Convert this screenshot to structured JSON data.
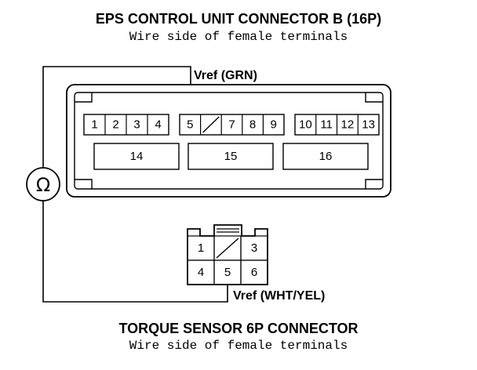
{
  "connector_b": {
    "title": "EPS CONTROL UNIT CONNECTOR B (16P)",
    "subtitle": "Wire side of female terminals",
    "probe_label": "Vref (GRN)",
    "pins_row1": [
      "1",
      "2",
      "3",
      "4",
      "5",
      "",
      "7",
      "8",
      "9",
      "10",
      "11",
      "12",
      "13"
    ],
    "pins_row2": [
      "14",
      "15",
      "16"
    ]
  },
  "torque_sensor": {
    "title": "TORQUE SENSOR 6P CONNECTOR",
    "subtitle": "Wire side of female terminals",
    "probe_label": "Vref (WHT/YEL)",
    "pins_top": [
      "1",
      "",
      "3"
    ],
    "pins_bottom": [
      "4",
      "5",
      "6"
    ]
  },
  "meter": {
    "symbol": "Ω",
    "icon": "ohmmeter-icon"
  }
}
